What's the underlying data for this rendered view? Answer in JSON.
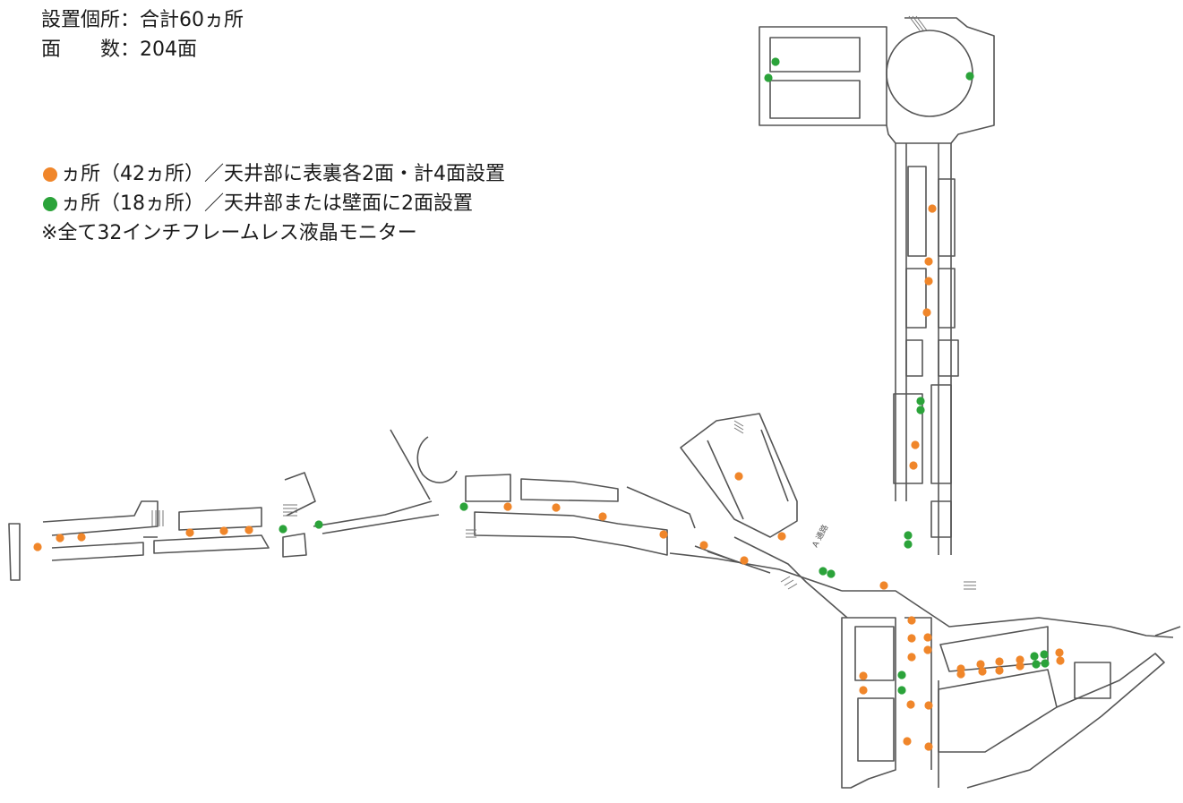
{
  "summary": {
    "locations_label": "設置個所",
    "locations_value": "合計60ヵ所",
    "faces_label": "面　　数",
    "faces_value": "204面"
  },
  "legend": {
    "orange_text": "ヵ所（42ヵ所）／天井部に表裏各2面・計4面設置",
    "green_text": "ヵ所（18ヵ所）／天井部または壁面に2面設置",
    "note": "※全て32インチフレームレス液晶モニター"
  },
  "colors": {
    "orange": "#F0862A",
    "green": "#2BA33A",
    "walls": "#555555"
  },
  "map_labels": {
    "a_passage": "A 通路"
  },
  "markers": {
    "orange_count": 42,
    "green_count": 18
  }
}
